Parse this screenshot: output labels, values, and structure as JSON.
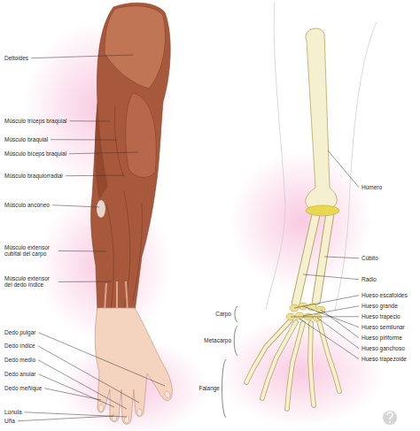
{
  "diagram": {
    "labels": [
      "Deltoides",
      "Músculo tríceps braquial",
      "Músculo braquial",
      "Músculo bíceps braquial",
      "Músculo braquiorradial",
      "Músculo ancóneo",
      "Músculo extensor cubital del carpo",
      "Músculo extensor del dedo índice",
      "Dedo pulgar",
      "Dedo índice",
      "Dedo medio",
      "Dedo anular",
      "Dedo meñique",
      "Lúnula",
      "Uña",
      "Húmero",
      "Cúbito",
      "Radio",
      "Hueso escafoides",
      "Hueso grande",
      "Hueso trapecio",
      "Hueso semilunar",
      "Hueso piriforme",
      "Hueso ganchoso",
      "Hueso trapezoide",
      "Carpo",
      "Metacarpo",
      "Falange"
    ]
  }
}
